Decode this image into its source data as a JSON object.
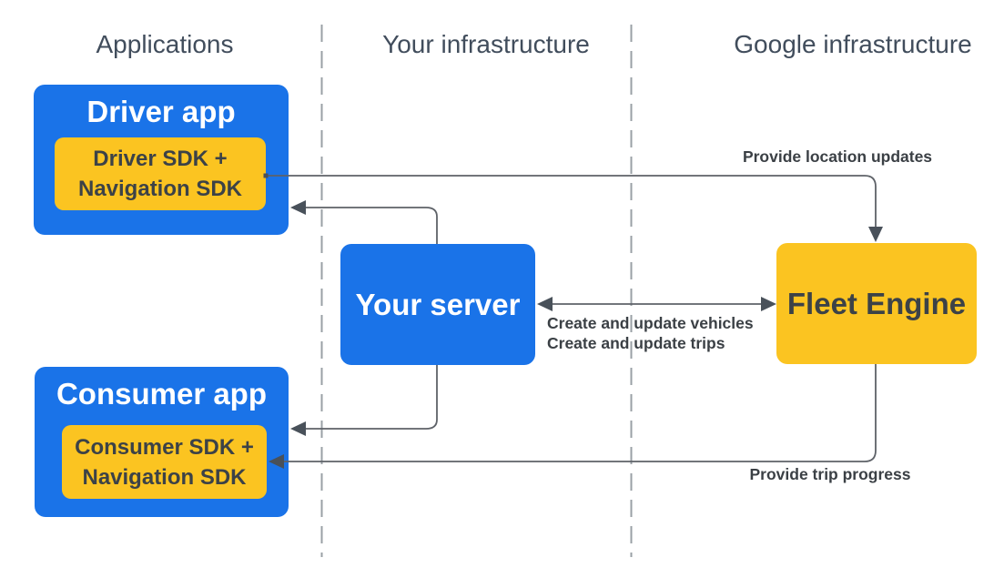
{
  "columns": {
    "applications": "Applications",
    "your_infrastructure": "Your infrastructure",
    "google_infrastructure": "Google infrastructure"
  },
  "nodes": {
    "driver_app": {
      "title": "Driver app",
      "sdk": {
        "line1": "Driver SDK +",
        "line2": "Navigation SDK"
      }
    },
    "consumer_app": {
      "title": "Consumer app",
      "sdk": {
        "line1": "Consumer SDK +",
        "line2": "Navigation SDK"
      }
    },
    "your_server": {
      "title": "Your server"
    },
    "fleet_engine": {
      "title": "Fleet Engine"
    }
  },
  "edges": {
    "location_updates": {
      "label": "Provide location updates",
      "from": "Driver SDK + Navigation SDK",
      "to": "Fleet Engine"
    },
    "server_to_driver_app": {
      "from": "Your server",
      "to": "Driver app"
    },
    "vehicles_trips": {
      "line1": "Create and update vehicles",
      "line2": "Create and update trips",
      "from": "Your server",
      "to": "Fleet Engine",
      "bidirectional": true
    },
    "server_to_consumer_app": {
      "from": "Your server",
      "to": "Consumer app"
    },
    "trip_progress": {
      "label": "Provide trip progress",
      "from": "Fleet Engine",
      "to": "Consumer SDK + Navigation SDK"
    }
  },
  "colors": {
    "blue": "#1A73E8",
    "yellow": "#FBC421",
    "header_text": "#414D5C",
    "dark_text": "#3C4247",
    "label_text": "#3B4045",
    "arrow": "#5E6268",
    "arrowhead": "#49515A",
    "divider": "#9AA0A6"
  }
}
